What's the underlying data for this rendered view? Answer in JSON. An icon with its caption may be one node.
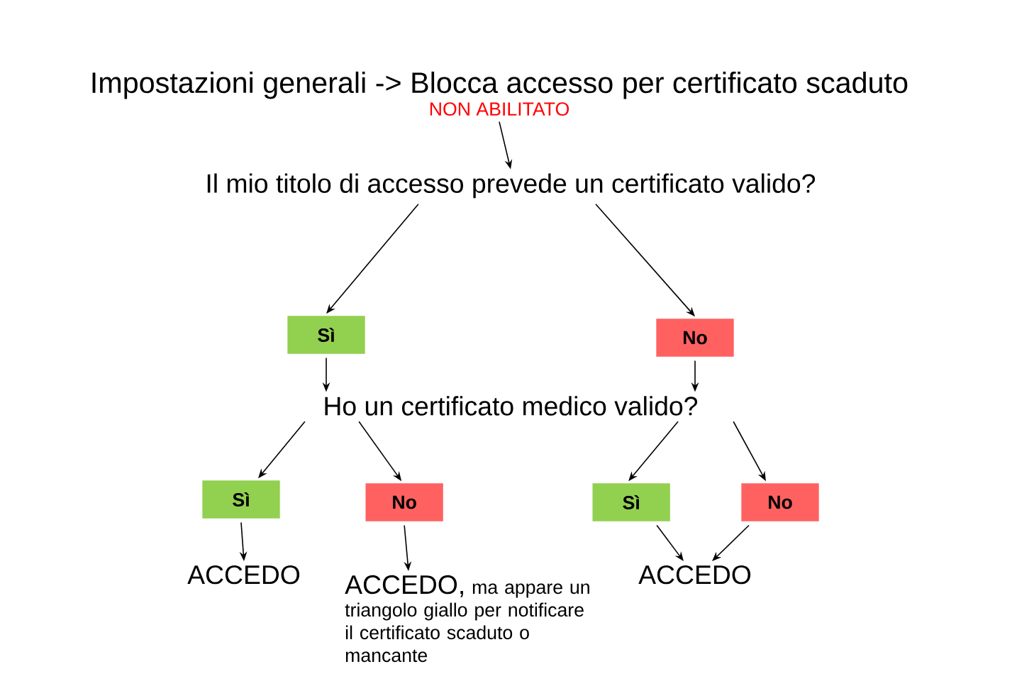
{
  "diagram": {
    "nodes": [
      {
        "text": [
          "Impostazioni generali -> Blocca accesso per certificato scaduto",
          "NON ABILITATO"
        ]
      },
      {
        "text": [
          "Il mio titolo di accesso prevede un certificato valido?"
        ]
      },
      {
        "text": [
          "Sì"
        ]
      },
      {
        "text": [
          "No"
        ]
      },
      {
        "text": [
          "Ho un certificato medico valido?"
        ]
      },
      {
        "text": [
          "Sì"
        ]
      },
      {
        "text": [
          "No"
        ]
      },
      {
        "text": [
          "Sì"
        ]
      },
      {
        "text": [
          "No"
        ]
      },
      {
        "text": [
          "ACCEDO"
        ]
      },
      {
        "text": [
          "ACCEDO,",
          "ma appare un triangolo giallo per notificare il certificato scaduto o mancante"
        ]
      },
      {
        "text": [
          "ACCEDO"
        ]
      }
    ],
    "edges": [
      {
        "from": 0,
        "to": 1,
        "arrow": "to"
      },
      {
        "from": 1,
        "to": 2,
        "arrow": "to"
      },
      {
        "from": 1,
        "to": 3,
        "arrow": "to"
      },
      {
        "from": 2,
        "to": 4,
        "arrow": "to"
      },
      {
        "from": 3,
        "to": 4,
        "arrow": "to"
      },
      {
        "from": 4,
        "to": 5,
        "arrow": "to"
      },
      {
        "from": 4,
        "to": 6,
        "arrow": "to"
      },
      {
        "from": 4,
        "to": 7,
        "arrow": "to"
      },
      {
        "from": 4,
        "to": 8,
        "arrow": "to"
      },
      {
        "from": 5,
        "to": 9,
        "arrow": "to"
      },
      {
        "from": 6,
        "to": 10,
        "arrow": "to"
      },
      {
        "from": 7,
        "to": 11,
        "arrow": "to"
      },
      {
        "from": 8,
        "to": 11,
        "arrow": "to"
      }
    ]
  }
}
